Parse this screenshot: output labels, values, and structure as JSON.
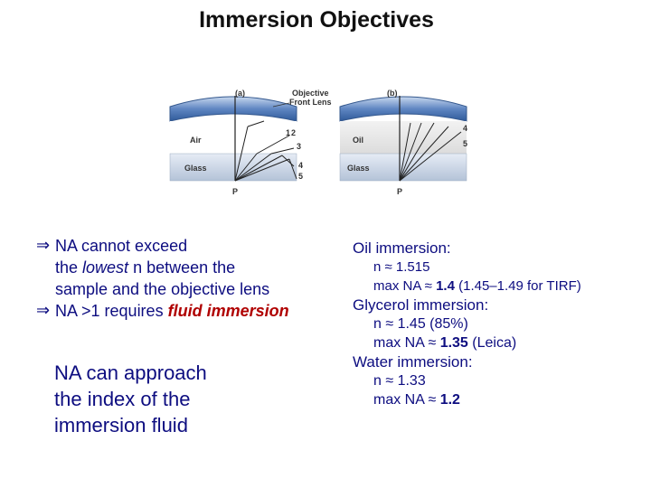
{
  "title": "Immersion Objectives",
  "figure": {
    "a": {
      "tag": "(a)",
      "medium": "Air",
      "glass": "Glass",
      "point": "P",
      "rays": [
        "1",
        "2",
        "3",
        "4",
        "5"
      ]
    },
    "b": {
      "tag": "(b)",
      "medium": "Oil",
      "glass": "Glass",
      "point": "P",
      "rays": [
        "4",
        "5"
      ]
    },
    "lens_label_1": "Objective",
    "lens_label_2": "Front Lens"
  },
  "bullets": {
    "symbol": "⇒",
    "b1_pre": "NA cannot exceed",
    "b1_line2_pre": "the ",
    "b1_line2_em": "lowest",
    "b1_line2_post": " n between the",
    "b1_line3": "sample and the objective lens",
    "b2_pre": "NA >1 requires ",
    "b2_em": "fluid immersion"
  },
  "note": [
    "NA can approach",
    "the index of the",
    "immersion fluid"
  ],
  "right": {
    "oil_head": "Oil immersion:",
    "oil_n_pre": "n ≈ 1.515",
    "oil_na_pre": "max NA ≈ ",
    "oil_na_val": "1.4",
    "oil_na_post": " (1.45–1.49 for TIRF)",
    "gly_head": "Glycerol immersion:",
    "gly_n": "n ≈ 1.45  (85%)",
    "gly_na_pre": "max NA ≈ ",
    "gly_na_val": "1.35",
    "gly_na_post": "  (Leica)",
    "water_head": "Water immersion:",
    "water_n": "n ≈ 1.33",
    "water_na_pre": "max NA ≈ ",
    "water_na_val": "1.2"
  }
}
